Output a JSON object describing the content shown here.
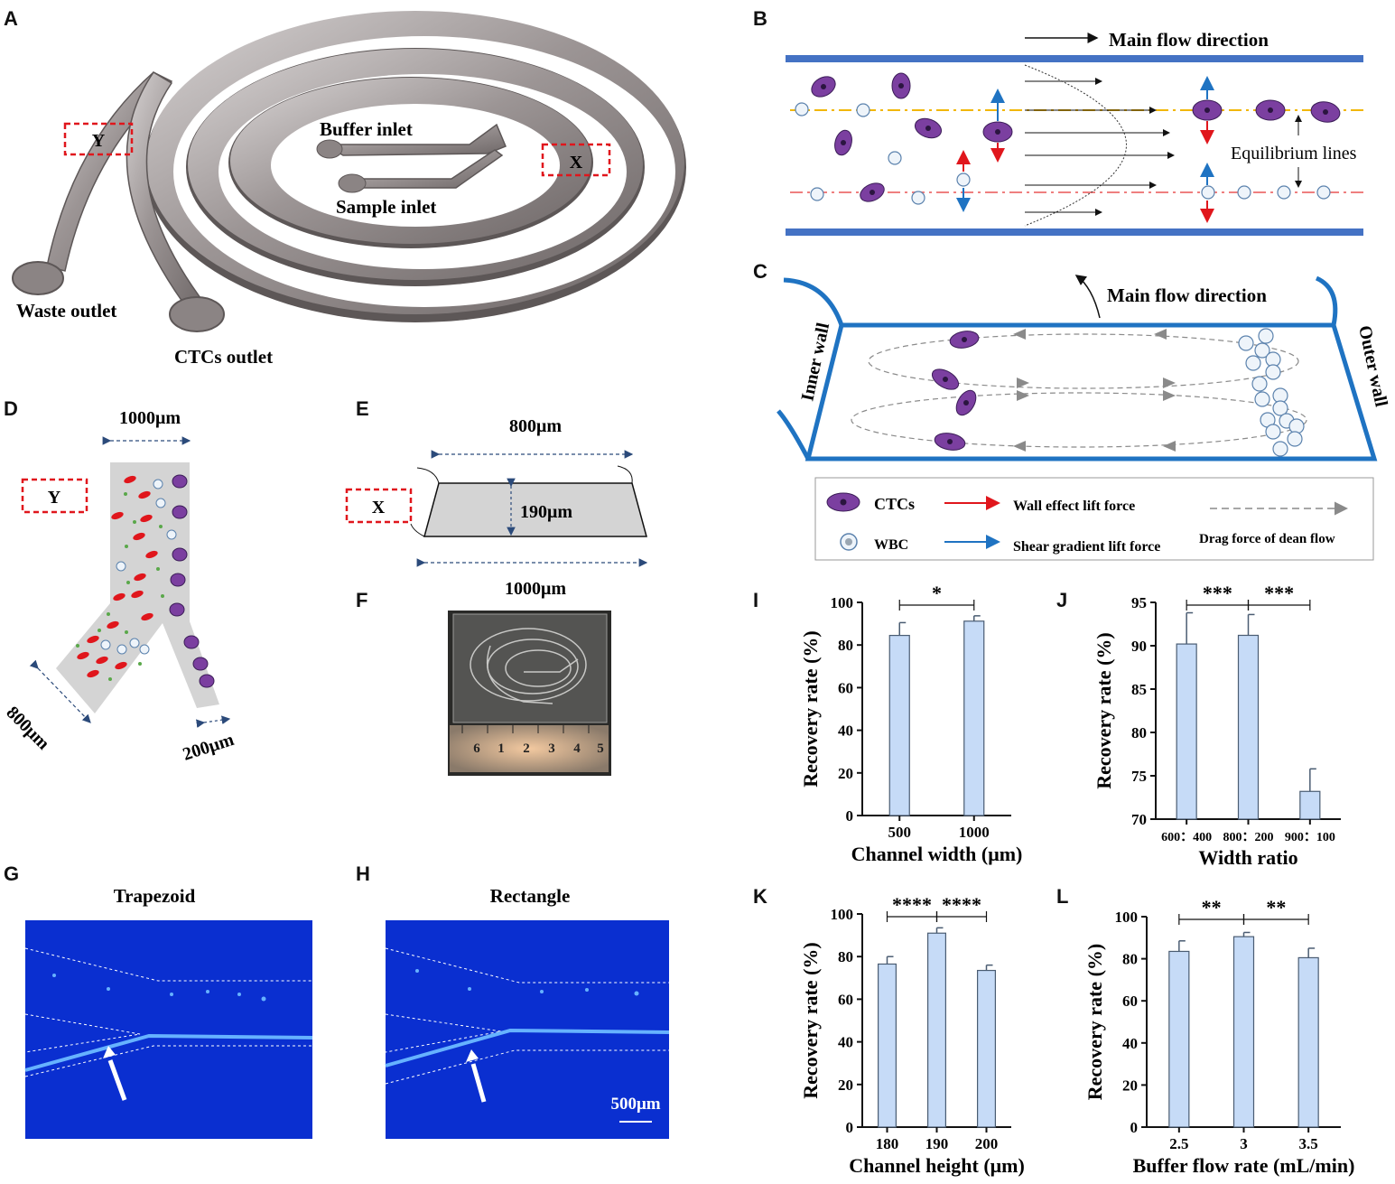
{
  "panels": {
    "A": "A",
    "B": "B",
    "C": "C",
    "D": "D",
    "E": "E",
    "F": "F",
    "G": "G",
    "H": "H",
    "I": "I",
    "J": "J",
    "K": "K",
    "L": "L"
  },
  "panel_a": {
    "buffer_inlet": "Buffer inlet",
    "sample_inlet": "Sample inlet",
    "waste_outlet": "Waste outlet",
    "ctcs_outlet": "CTCs outlet",
    "box_y": "Y",
    "box_x": "X"
  },
  "panel_b": {
    "main_flow": "Main flow direction",
    "equilibrium": "Equilibrium lines"
  },
  "panel_c": {
    "main_flow": "Main flow direction",
    "inner_wall": "Inner wall",
    "outer_wall": "Outer wall",
    "legend": {
      "ctcs": "CTCs",
      "wbc": "WBC",
      "wall_effect": "Wall effect lift force",
      "shear_gradient": "Shear gradient lift force",
      "drag_force": "Drag force of dean flow"
    }
  },
  "panel_d": {
    "top_width": "1000μm",
    "left_width": "800μm",
    "right_width": "200μm",
    "box": "Y"
  },
  "panel_e": {
    "top_width": "800μm",
    "height": "190μm",
    "bottom_width": "1000μm",
    "box": "X"
  },
  "panel_f": {
    "ruler_ticks": [
      "1",
      "2",
      "3",
      "4",
      "5",
      "6"
    ]
  },
  "panel_g": {
    "title": "Trapezoid"
  },
  "panel_h": {
    "title": "Rectangle",
    "scale_bar": "500μm"
  },
  "colors": {
    "bar_fill": "#c6dbf7",
    "bar_stroke": "#4a5c72",
    "ctc": "#7b3fa0",
    "rbc": "#e0161c",
    "channel_blue": "#2f6fc7",
    "fluor_bg": "#0a2fd0"
  },
  "chart_data": [
    {
      "id": "I",
      "type": "bar",
      "categories": [
        "500",
        "1000"
      ],
      "values": [
        84.5,
        91.2
      ],
      "errors": [
        6.0,
        2.5
      ],
      "ylim": [
        0,
        100
      ],
      "yticks": [
        0,
        20,
        40,
        60,
        80,
        100
      ],
      "xlabel": "Channel width (μm)",
      "ylabel": "Recovery rate (%)",
      "significance": [
        {
          "from": 0,
          "to": 1,
          "label": "*"
        }
      ]
    },
    {
      "id": "J",
      "type": "bar",
      "categories": [
        "600：400",
        "800：200",
        "900：100"
      ],
      "values": [
        90.2,
        91.2,
        73.2
      ],
      "errors": [
        3.6,
        2.4,
        2.6
      ],
      "ylim": [
        70,
        95
      ],
      "yticks": [
        70,
        75,
        80,
        85,
        90,
        95
      ],
      "xlabel": "Width ratio",
      "ylabel": "Recovery rate (%)",
      "significance": [
        {
          "from": 0,
          "to": 1,
          "label": "***"
        },
        {
          "from": 1,
          "to": 2,
          "label": "***"
        }
      ]
    },
    {
      "id": "K",
      "type": "bar",
      "categories": [
        "180",
        "190",
        "200"
      ],
      "values": [
        76.5,
        91.0,
        73.5
      ],
      "errors": [
        3.5,
        2.5,
        2.5
      ],
      "ylim": [
        0,
        100
      ],
      "yticks": [
        0,
        20,
        40,
        60,
        80,
        100
      ],
      "xlabel": "Channel height (μm)",
      "ylabel": "Recovery rate (%)",
      "significance": [
        {
          "from": 0,
          "to": 1,
          "label": "****"
        },
        {
          "from": 1,
          "to": 2,
          "label": "****"
        }
      ]
    },
    {
      "id": "L",
      "type": "bar",
      "categories": [
        "2.5",
        "3",
        "3.5"
      ],
      "values": [
        83.5,
        90.5,
        80.5
      ],
      "errors": [
        5.0,
        2.0,
        4.5
      ],
      "ylim": [
        0,
        100
      ],
      "yticks": [
        0,
        20,
        40,
        60,
        80,
        100
      ],
      "xlabel": "Buffer flow rate (mL/min)",
      "ylabel": "Recovery rate (%)",
      "significance": [
        {
          "from": 0,
          "to": 1,
          "label": "**"
        },
        {
          "from": 1,
          "to": 2,
          "label": "**"
        }
      ]
    }
  ]
}
